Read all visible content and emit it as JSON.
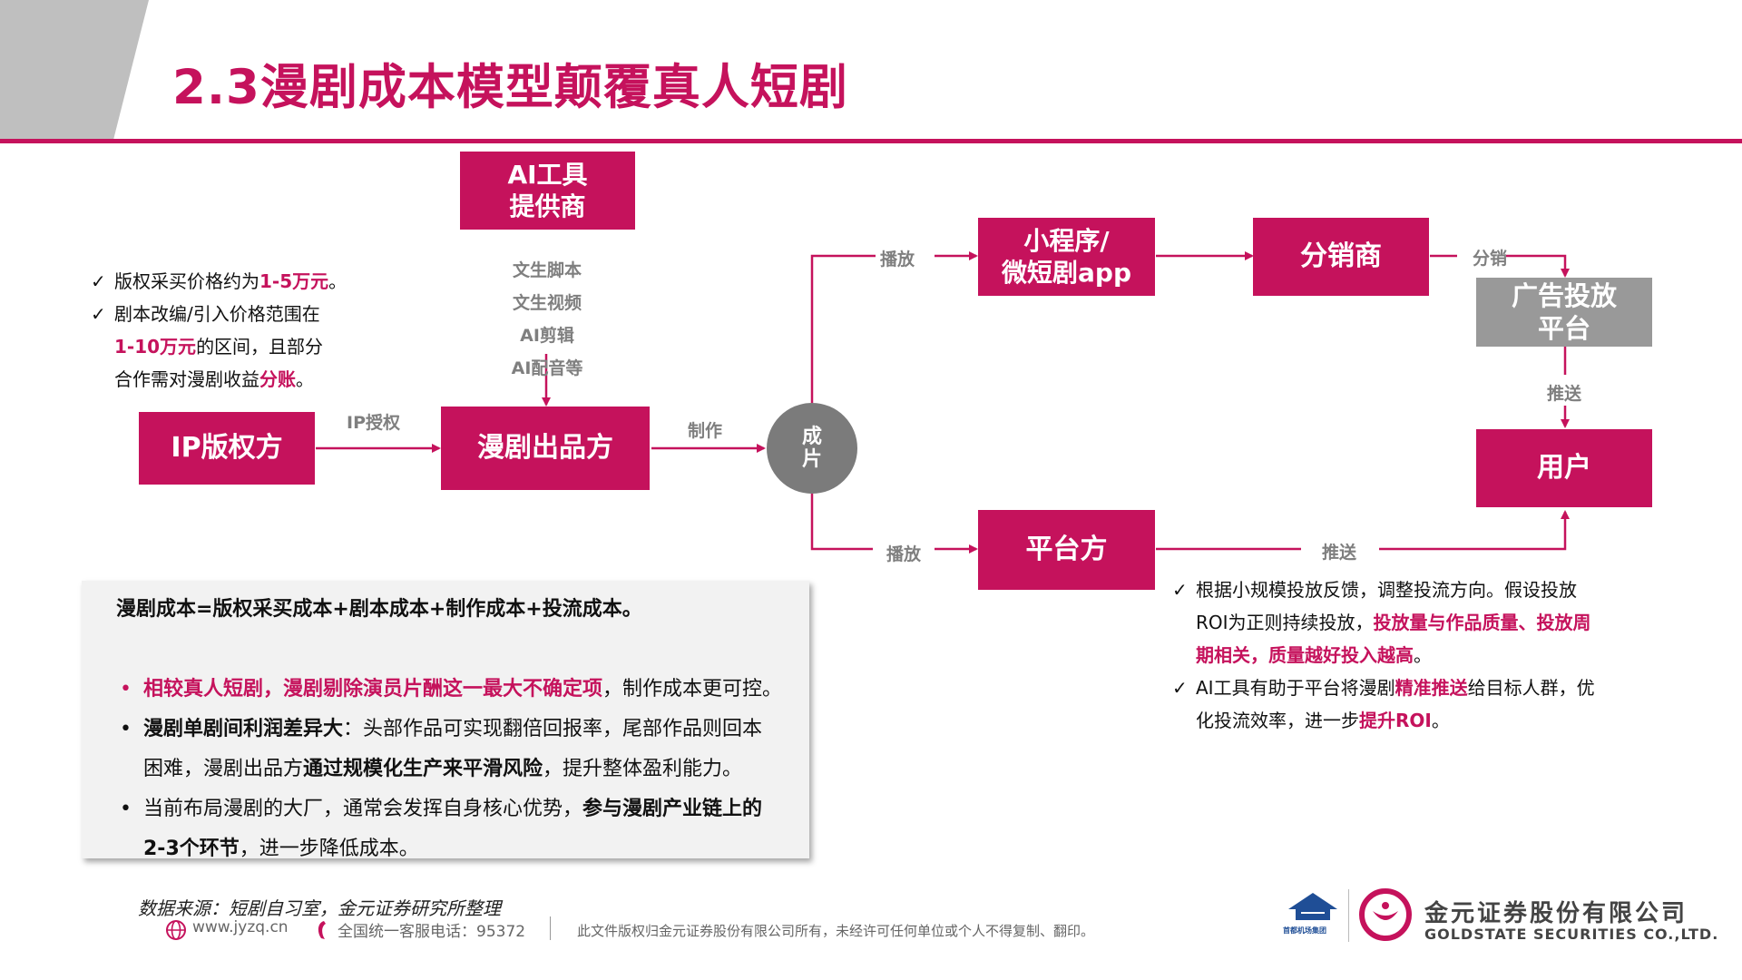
{
  "title": "2.3漫剧成本模型颠覆真人短剧",
  "brand_color": "#c5125c",
  "nodes": {
    "ip": "IP版权方",
    "producer": "漫剧出品方",
    "ai_tool": [
      "AI工具",
      "提供商"
    ],
    "finished": [
      "成",
      "片"
    ],
    "miniprogram": [
      "小程序/",
      "微短剧app"
    ],
    "distributor": "分销商",
    "ad": [
      "广告投放",
      "平台"
    ],
    "user": "用户",
    "platform": "平台方"
  },
  "ai_tools": [
    "文生脚本",
    "文生视频",
    "AI剪辑",
    "AI配音等"
  ],
  "edge_labels": {
    "ip_auth": "IP授权",
    "make": "制作",
    "play_top": "播放",
    "play_bottom": "播放",
    "distribute": "分销",
    "push_right": "推送",
    "push_bottom": "推送"
  },
  "left_notes": [
    {
      "check": "✓",
      "parts": [
        {
          "t": "版权采买价格约为",
          "s": ""
        },
        {
          "t": "1-5万元",
          "s": "hl"
        },
        {
          "t": "。",
          "s": ""
        }
      ]
    },
    {
      "check": "✓",
      "parts": [
        {
          "t": "剧本改编/引入价格范围在",
          "s": ""
        }
      ]
    },
    {
      "check": "",
      "parts": [
        {
          "t": "1-10万元",
          "s": "hl"
        },
        {
          "t": "的区间，且部分",
          "s": ""
        }
      ]
    },
    {
      "check": "",
      "parts": [
        {
          "t": "合作需对漫剧收益",
          "s": ""
        },
        {
          "t": "分账",
          "s": "hl"
        },
        {
          "t": "。",
          "s": ""
        }
      ]
    }
  ],
  "right_notes": [
    {
      "check": "✓",
      "parts": [
        {
          "t": "根据小规模投放反馈，调整投流方向。假设投放",
          "s": ""
        }
      ]
    },
    {
      "check": "",
      "parts": [
        {
          "t": "ROI为正则持续投放，",
          "s": ""
        },
        {
          "t": "投放量与作品质量、投放周",
          "s": "hl"
        }
      ]
    },
    {
      "check": "",
      "parts": [
        {
          "t": "期相关，质量越好投入越高",
          "s": "hl"
        },
        {
          "t": "。",
          "s": ""
        }
      ]
    },
    {
      "check": "✓",
      "parts": [
        {
          "t": "AI工具有助于平台将漫剧",
          "s": ""
        },
        {
          "t": "精准推送",
          "s": "hl"
        },
        {
          "t": "给目标人群，优",
          "s": ""
        }
      ]
    },
    {
      "check": "",
      "parts": [
        {
          "t": "化投流效率，进一步",
          "s": ""
        },
        {
          "t": "提升ROI",
          "s": "hl"
        },
        {
          "t": "。",
          "s": ""
        }
      ]
    }
  ],
  "cost": {
    "formula": "漫剧成本=版权采买成本+剧本成本+制作成本+投流成本。",
    "bullets": [
      [
        [
          {
            "t": "相较真人短剧，漫剧剔除演员片酬这一最大不确定项",
            "s": "hl"
          },
          {
            "t": "，制作成本更可控。",
            "s": ""
          }
        ]
      ],
      [
        [
          {
            "t": "漫剧单剧间利润差异大",
            "s": "b"
          },
          {
            "t": "：头部作品可实现翻倍回报率，尾部作品则回本",
            "s": ""
          }
        ],
        [
          {
            "t": "困难，漫剧出品方",
            "s": ""
          },
          {
            "t": "通过规模化生产来平滑风险",
            "s": "b"
          },
          {
            "t": "，提升整体盈利能力。",
            "s": ""
          }
        ]
      ],
      [
        [
          {
            "t": "当前布局漫剧的大厂，通常会发挥自身核心优势，",
            "s": ""
          },
          {
            "t": "参与漫剧产业链上的",
            "s": "b"
          }
        ],
        [
          {
            "t": "2-3个环节",
            "s": "b"
          },
          {
            "t": "，进一步降低成本。",
            "s": ""
          }
        ]
      ]
    ]
  },
  "source": "数据来源：短剧自习室，金元证券研究所整理",
  "footer": {
    "website": "www.jyzq.cn",
    "hotline": "全国统一客服电话：95372",
    "disclaimer": "此文件版权归金元证券股份有限公司所有，未经许可任何单位或个人不得复制、翻印。",
    "company_cn": "金元证券股份有限公司",
    "company_en": "GOLDSTATE SECURITIES CO.,LTD.",
    "partner_cn": "首都机场集团"
  }
}
